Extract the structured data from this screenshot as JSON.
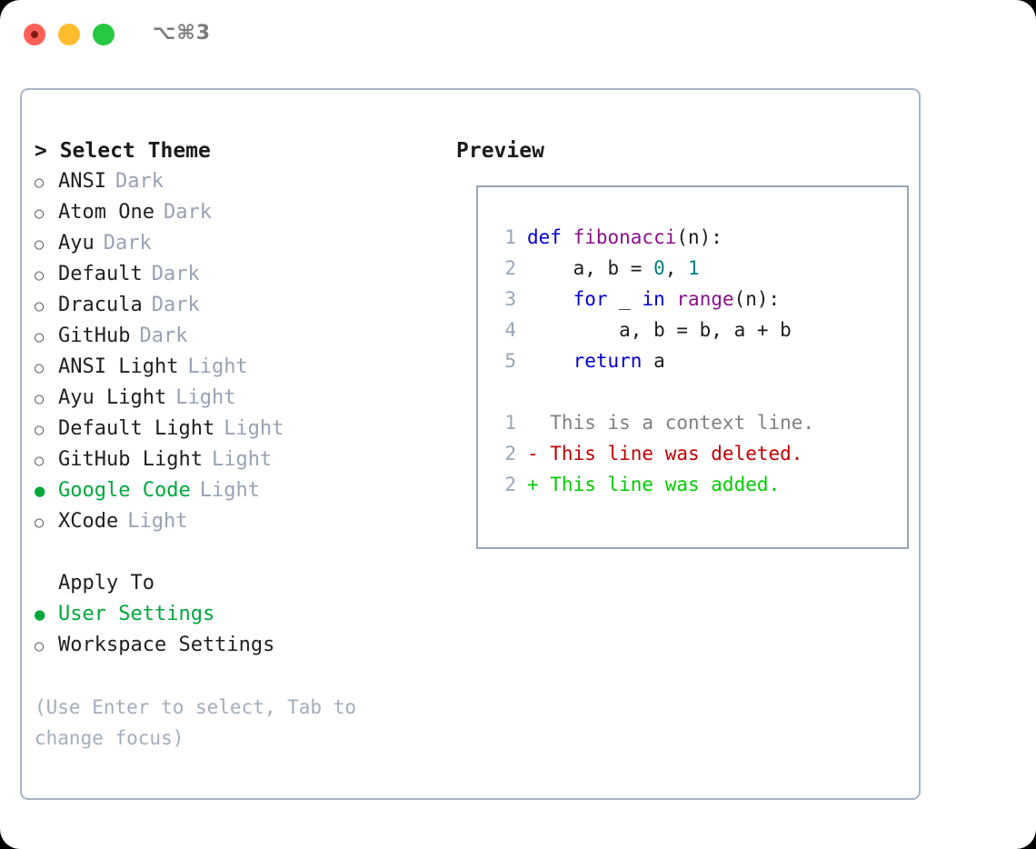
{
  "window": {
    "shortcut": "⌥⌘3",
    "traffic_lights": [
      "close-red",
      "minimize-yellow",
      "maximize-green"
    ]
  },
  "left": {
    "title": "> Select Theme",
    "themes": [
      {
        "marker": "○",
        "name": "ANSI",
        "kind": "Dark",
        "selected": false
      },
      {
        "marker": "○",
        "name": "Atom One",
        "kind": "Dark",
        "selected": false
      },
      {
        "marker": "○",
        "name": "Ayu",
        "kind": "Dark",
        "selected": false
      },
      {
        "marker": "○",
        "name": "Default",
        "kind": "Dark",
        "selected": false
      },
      {
        "marker": "○",
        "name": "Dracula",
        "kind": "Dark",
        "selected": false
      },
      {
        "marker": "○",
        "name": "GitHub",
        "kind": "Dark",
        "selected": false
      },
      {
        "marker": "○",
        "name": "ANSI Light",
        "kind": "Light",
        "selected": false
      },
      {
        "marker": "○",
        "name": "Ayu Light",
        "kind": "Light",
        "selected": false
      },
      {
        "marker": "○",
        "name": "Default Light",
        "kind": "Light",
        "selected": false
      },
      {
        "marker": "○",
        "name": "GitHub Light",
        "kind": "Light",
        "selected": false
      },
      {
        "marker": "●",
        "name": "Google Code",
        "kind": "Light",
        "selected": true
      },
      {
        "marker": "○",
        "name": "XCode",
        "kind": "Light",
        "selected": false
      }
    ],
    "apply_to": {
      "header": "Apply To",
      "options": [
        {
          "marker": "●",
          "name": "User Settings",
          "selected": true
        },
        {
          "marker": "○",
          "name": "Workspace Settings",
          "selected": false
        }
      ]
    },
    "hint": "(Use Enter to select, Tab to change focus)"
  },
  "right": {
    "title": "Preview",
    "code_lines": [
      {
        "num": "1",
        "tokens": [
          {
            "t": "def ",
            "c": "kw"
          },
          {
            "t": "fibonacci",
            "c": "fn"
          },
          {
            "t": "(n):",
            "c": "plain"
          }
        ]
      },
      {
        "num": "2",
        "tokens": [
          {
            "t": "    a, b = ",
            "c": "plain"
          },
          {
            "t": "0",
            "c": "num"
          },
          {
            "t": ", ",
            "c": "plain"
          },
          {
            "t": "1",
            "c": "num"
          }
        ]
      },
      {
        "num": "3",
        "tokens": [
          {
            "t": "    ",
            "c": "plain"
          },
          {
            "t": "for",
            "c": "kw"
          },
          {
            "t": " _ ",
            "c": "plain"
          },
          {
            "t": "in",
            "c": "kw"
          },
          {
            "t": " ",
            "c": "plain"
          },
          {
            "t": "range",
            "c": "fn"
          },
          {
            "t": "(n):",
            "c": "plain"
          }
        ]
      },
      {
        "num": "4",
        "tokens": [
          {
            "t": "        a, b = b, a + b",
            "c": "plain"
          }
        ]
      },
      {
        "num": "5",
        "tokens": [
          {
            "t": "    ",
            "c": "plain"
          },
          {
            "t": "return",
            "c": "kw"
          },
          {
            "t": " a",
            "c": "plain"
          }
        ]
      },
      {
        "num": "",
        "tokens": [
          {
            "t": "",
            "c": "plain"
          }
        ]
      },
      {
        "num": "1",
        "tokens": [
          {
            "t": "  This is a context line.",
            "c": "ctx"
          }
        ]
      },
      {
        "num": "2",
        "tokens": [
          {
            "t": "- This line was deleted.",
            "c": "del"
          }
        ]
      },
      {
        "num": "2",
        "tokens": [
          {
            "t": "+ This line was added.",
            "c": "add"
          }
        ]
      }
    ]
  },
  "colors": {
    "selected_green": "#00a83c",
    "diff_added": "#00cc00",
    "diff_deleted": "#c00000",
    "keyword_blue": "#0000cc",
    "function_purple": "#8b0f8b",
    "number_teal": "#008080",
    "muted_gray": "#98a2b3",
    "border": "#aab4c4"
  }
}
